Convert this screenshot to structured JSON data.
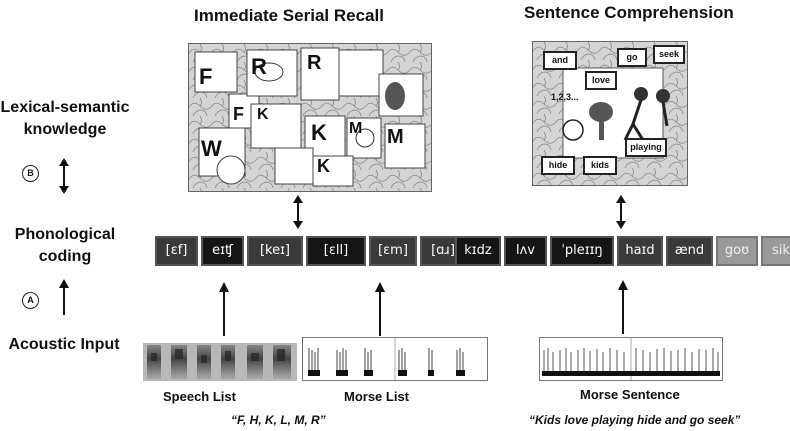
{
  "titles": {
    "left": "Immediate Serial Recall",
    "right": "Sentence Comprehension"
  },
  "levels": {
    "lexical_line1": "Lexical-semantic",
    "lexical_line2": "knowledge",
    "phonological_line1": "Phonological",
    "phonological_line2": "coding",
    "acoustic": "Acoustic Input"
  },
  "markers": {
    "b": "B",
    "a": "A"
  },
  "recall_tokens": [
    "[ɛf]",
    "eɪʧ",
    "[keɪ]",
    "[ɛll]",
    "[ɛm]",
    "[ɑɹ]"
  ],
  "sentence_tokens": [
    "kɪdz",
    "lʌv",
    "ˈpleɪɪŋ",
    "haɪd",
    "ænd",
    "goʊ",
    "sik"
  ],
  "sentence_words": [
    "and",
    "go",
    "seek",
    "love",
    "playing",
    "hide",
    "kids"
  ],
  "left_picture_letters": [
    "F",
    "F",
    "R",
    "R",
    "K",
    "K",
    "M",
    "K",
    "M",
    "W"
  ],
  "right_picture_text": "1,2,3...",
  "captions": {
    "speech_list": "Speech List",
    "morse_list": "Morse List",
    "morse_sentence": "Morse Sentence"
  },
  "quotes": {
    "list": "“F, H, K, L, M, R”",
    "sentence": "“Kids love playing hide and go seek”"
  },
  "colors": {
    "token_dark": "#151515",
    "token_light": "#9a9a9a"
  }
}
